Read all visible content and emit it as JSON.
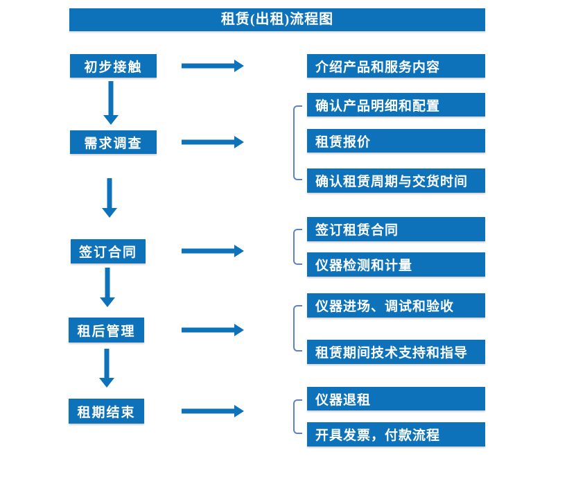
{
  "title": "租赁(出租)流程图",
  "colors": {
    "primary": "#0d72ba",
    "bracket": "#5b82c8",
    "box_text": "#ffffff",
    "background": "#ffffff"
  },
  "steps": [
    {
      "label": "初步接触",
      "outputs": [
        "介绍产品和服务内容"
      ]
    },
    {
      "label": "需求调查",
      "outputs": [
        "确认产品明细和配置",
        "租赁报价",
        "确认租赁周期与交货时间"
      ]
    },
    {
      "label": "签订合同",
      "outputs": [
        "签订租赁合同",
        "仪器检测和计量"
      ]
    },
    {
      "label": "租后管理",
      "outputs": [
        "仪器进场、调试和验收",
        "租赁期间技术支持和指导"
      ]
    },
    {
      "label": "租期结束",
      "outputs": [
        "仪器退租",
        "开具发票，付款流程"
      ]
    }
  ]
}
